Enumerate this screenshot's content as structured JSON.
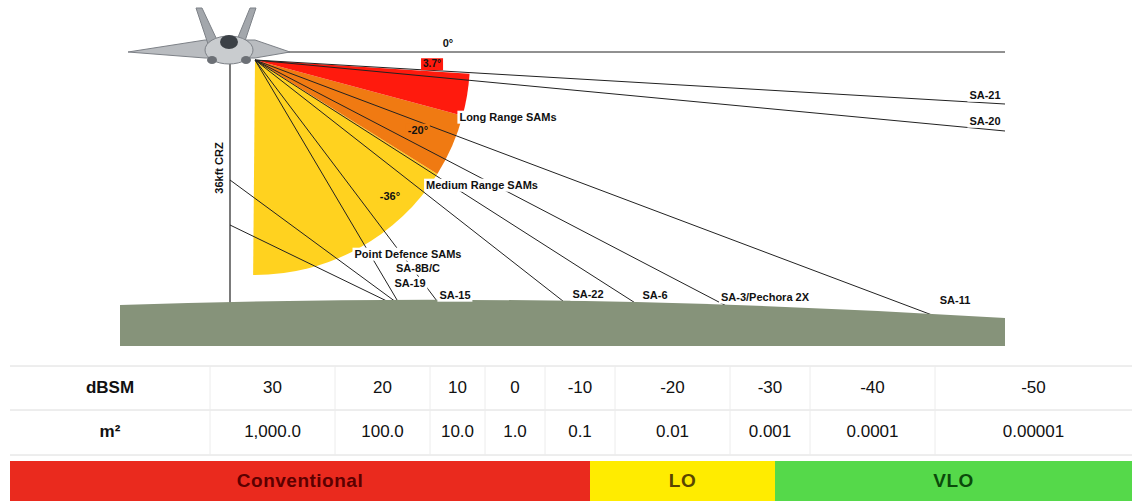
{
  "diagram": {
    "nodes": [
      {
        "text": [
          "Conventional"
        ]
      },
      {
        "text": [
          "LO"
        ]
      },
      {
        "text": [
          "VLO"
        ]
      }
    ],
    "labels": [
      "0°",
      "3.7°",
      "-20°",
      "-36°",
      "Long Range SAMs",
      "Medium Range SAMs",
      "Point Defence SAMs",
      "36kft CRZ",
      "SA-21",
      "SA-20",
      "SA-8B/C",
      "SA-19",
      "SA-15",
      "SA-22",
      "SA-6",
      "SA-3/Pechora 2X",
      "SA-11",
      "dBSM",
      "30",
      "20",
      "10",
      "0",
      "-10",
      "-20",
      "-30",
      "-40",
      "-50",
      "m²",
      "1,000.0",
      "100.0",
      "10.0",
      "1.0",
      "0.1",
      "0.01",
      "0.001",
      "0.0001",
      "0.00001"
    ]
  }
}
